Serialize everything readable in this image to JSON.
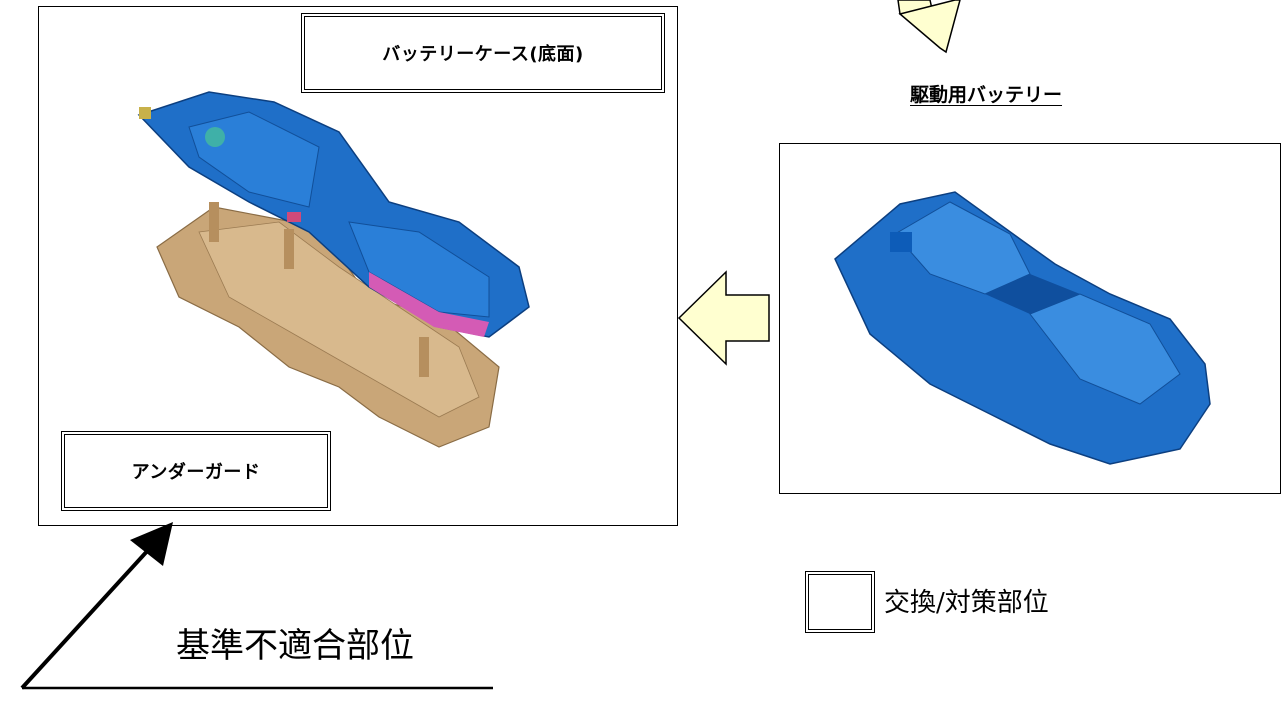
{
  "left_panel": {
    "case_label": "バッテリーケース(底面)",
    "guard_label": "アンダーガード"
  },
  "right_panel": {
    "title": "駆動用バッテリー"
  },
  "legend": {
    "text": "交換/対策部位"
  },
  "annotation": {
    "text": "基準不適合部位"
  },
  "colors": {
    "battery_blue": "#1f6fc8",
    "guard_tan": "#c9a678",
    "arrow_fill": "#ffffd0"
  }
}
